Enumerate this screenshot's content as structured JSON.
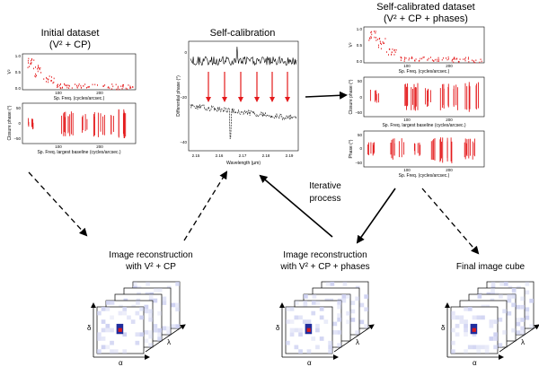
{
  "panels": {
    "initial": {
      "title1": "Initial dataset",
      "title2": "(V² + CP)",
      "v2_ylabel": "V²",
      "v2_xlabel": "Sp. Freq. (cycles/arcsec.)",
      "v2_yticks": [
        "1.0",
        "0.5",
        "0.0"
      ],
      "v2_xticks": [
        "100",
        "200"
      ],
      "cp_ylabel": "Closure phase (°)",
      "cp_xlabel": "Sp. Freq. largest baseline (cycles/arcsec.)",
      "cp_yticks": [
        "50",
        "0",
        "−50"
      ],
      "cp_xticks": [
        "100",
        "200"
      ]
    },
    "selfcal": {
      "title": "Self-calibration",
      "ylabel": "Differential phase (°)",
      "xlabel": "Wavelength (µm)",
      "yticks": [
        "0",
        "−20",
        "−40"
      ],
      "xticks": [
        "2.15",
        "2.16",
        "2.17",
        "2.18",
        "2.19"
      ]
    },
    "selfcal_dataset": {
      "title1": "Self-calibrated dataset",
      "title2": "(V² + CP + phases)",
      "v2_ylabel": "V²",
      "v2_xlabel": "Sp. Freq. (cycles/arcsec.)",
      "v2_yticks": [
        "1.0",
        "0.5",
        "0.0"
      ],
      "v2_xticks": [
        "100",
        "200"
      ],
      "cp_ylabel": "Closure phase (°)",
      "cp_xlabel": "Sp. Freq. largest baseline (cycles/arcsec.)",
      "cp_yticks": [
        "50",
        "0",
        "−50"
      ],
      "cp_xticks": [
        "100",
        "200"
      ],
      "ph_ylabel": "Phase (°)",
      "ph_xlabel": "Sp. Freq. (cycles/arcsec.)",
      "ph_yticks": [
        "50",
        "0",
        "−50"
      ],
      "ph_xticks": [
        "100",
        "200"
      ]
    }
  },
  "labels": {
    "iterative1": "Iterative",
    "iterative2": "process",
    "recon1_line1": "Image reconstruction",
    "recon1_line2": "with V² + CP",
    "recon2_line1": "Image reconstruction",
    "recon2_line2": "with V² + CP + phases",
    "final": "Final image cube"
  },
  "cube_axes": {
    "delta": "δ",
    "alpha": "α",
    "lambda": "λ"
  },
  "colors": {
    "data_red": "#e41a1c",
    "pixel_blue": "#1f2d9e",
    "pixel_red": "#d7191c",
    "pixel_light": "#c9cdf0"
  }
}
